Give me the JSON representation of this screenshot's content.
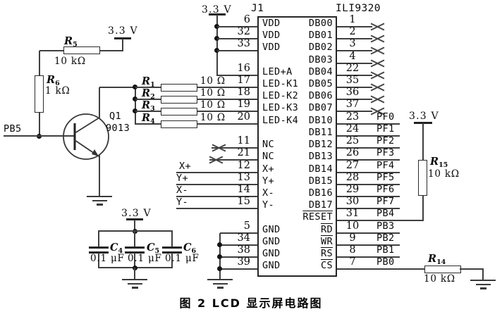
{
  "caption": "图 2  LCD 显示屏电路图",
  "power": {
    "v33": "3.3 V"
  },
  "labels": {
    "pb5": "PB5",
    "xp": "X+",
    "yp": "Y+",
    "xm": "X-",
    "ym": "Y-"
  },
  "transistor": {
    "ref": "Q1",
    "part": "9013"
  },
  "resistors": {
    "r1": {
      "ref": "R",
      "sub": "1",
      "value": "10 Ω"
    },
    "r2": {
      "ref": "R",
      "sub": "2",
      "value": "10 Ω"
    },
    "r3": {
      "ref": "R",
      "sub": "3",
      "value": "10 Ω"
    },
    "r4": {
      "ref": "R",
      "sub": "4",
      "value": "10 Ω"
    },
    "r5": {
      "ref": "R",
      "sub": "5",
      "value": "10 kΩ"
    },
    "r6": {
      "ref": "R",
      "sub": "6",
      "value": "1 kΩ"
    },
    "r14": {
      "ref": "R",
      "sub": "14",
      "value": "10 kΩ"
    },
    "r15": {
      "ref": "R",
      "sub": "15",
      "value": "10 kΩ"
    }
  },
  "capacitors": {
    "c4": {
      "ref": "C",
      "sub": "4",
      "value": "0.1 μF"
    },
    "c5": {
      "ref": "C",
      "sub": "5",
      "value": "0.1 μF"
    },
    "c6": {
      "ref": "C",
      "sub": "6",
      "value": "0.1 μF"
    }
  },
  "chip": {
    "refdes": "J1",
    "part": "ILI9320",
    "rows": [
      {
        "lnum": "6",
        "lname": "VDD",
        "rname": "DB00",
        "bar": false,
        "rnum": "1",
        "rlabel": "",
        "x": true
      },
      {
        "lnum": "32",
        "lname": "VDD",
        "rname": "DB01",
        "bar": false,
        "rnum": "2",
        "rlabel": "",
        "x": true
      },
      {
        "lnum": "33",
        "lname": "VDD",
        "rname": "DB02",
        "bar": false,
        "rnum": "3",
        "rlabel": "",
        "x": true
      },
      {
        "lnum": "",
        "lname": "",
        "rname": "DB03",
        "bar": false,
        "rnum": "4",
        "rlabel": "",
        "x": true
      },
      {
        "lnum": "16",
        "lname": "LED+A",
        "rname": "DB04",
        "bar": false,
        "rnum": "22",
        "rlabel": "",
        "x": true
      },
      {
        "lnum": "17",
        "lname": "LED-K1",
        "rname": "DB05",
        "bar": false,
        "rnum": "35",
        "rlabel": "",
        "x": true
      },
      {
        "lnum": "18",
        "lname": "LED-K2",
        "rname": "DB06",
        "bar": false,
        "rnum": "36",
        "rlabel": "",
        "x": true
      },
      {
        "lnum": "19",
        "lname": "LED-K3",
        "rname": "DB07",
        "bar": false,
        "rnum": "37",
        "rlabel": "",
        "x": true
      },
      {
        "lnum": "20",
        "lname": "LED-K4",
        "rname": "DB10",
        "bar": false,
        "rnum": "23",
        "rlabel": "PF0",
        "x": false
      },
      {
        "lnum": "",
        "lname": "",
        "rname": "DB11",
        "bar": false,
        "rnum": "24",
        "rlabel": "PF1",
        "x": false
      },
      {
        "lnum": "11",
        "lname": "NC",
        "rname": "DB12",
        "bar": false,
        "rnum": "25",
        "rlabel": "PF2",
        "x": false
      },
      {
        "lnum": "21",
        "lname": "NC",
        "rname": "DB13",
        "bar": false,
        "rnum": "26",
        "rlabel": "PF3",
        "x": false
      },
      {
        "lnum": "12",
        "lname": "X+",
        "rname": "DB14",
        "bar": false,
        "rnum": "27",
        "rlabel": "PF4",
        "x": false
      },
      {
        "lnum": "13",
        "lname": "Y+",
        "rname": "DB15",
        "bar": false,
        "rnum": "28",
        "rlabel": "PF5",
        "x": false
      },
      {
        "lnum": "14",
        "lname": "X-",
        "rname": "DB16",
        "bar": false,
        "rnum": "29",
        "rlabel": "PF6",
        "x": false
      },
      {
        "lnum": "15",
        "lname": "Y-",
        "rname": "DB17",
        "bar": false,
        "rnum": "30",
        "rlabel": "PF7",
        "x": false
      },
      {
        "lnum": "",
        "lname": "",
        "rname": "RESET",
        "bar": true,
        "rnum": "31",
        "rlabel": "PB4",
        "x": false
      },
      {
        "lnum": "5",
        "lname": "GND",
        "rname": "RD",
        "bar": true,
        "rnum": "10",
        "rlabel": "PB3",
        "x": false
      },
      {
        "lnum": "34",
        "lname": "GND",
        "rname": "WR",
        "bar": true,
        "rnum": "9",
        "rlabel": "PB2",
        "x": false
      },
      {
        "lnum": "38",
        "lname": "GND",
        "rname": "RS",
        "bar": true,
        "rnum": "8",
        "rlabel": "PB1",
        "x": false
      },
      {
        "lnum": "39",
        "lname": "GND",
        "rname": "CS",
        "bar": true,
        "rnum": "7",
        "rlabel": "PB0",
        "x": false
      }
    ]
  }
}
